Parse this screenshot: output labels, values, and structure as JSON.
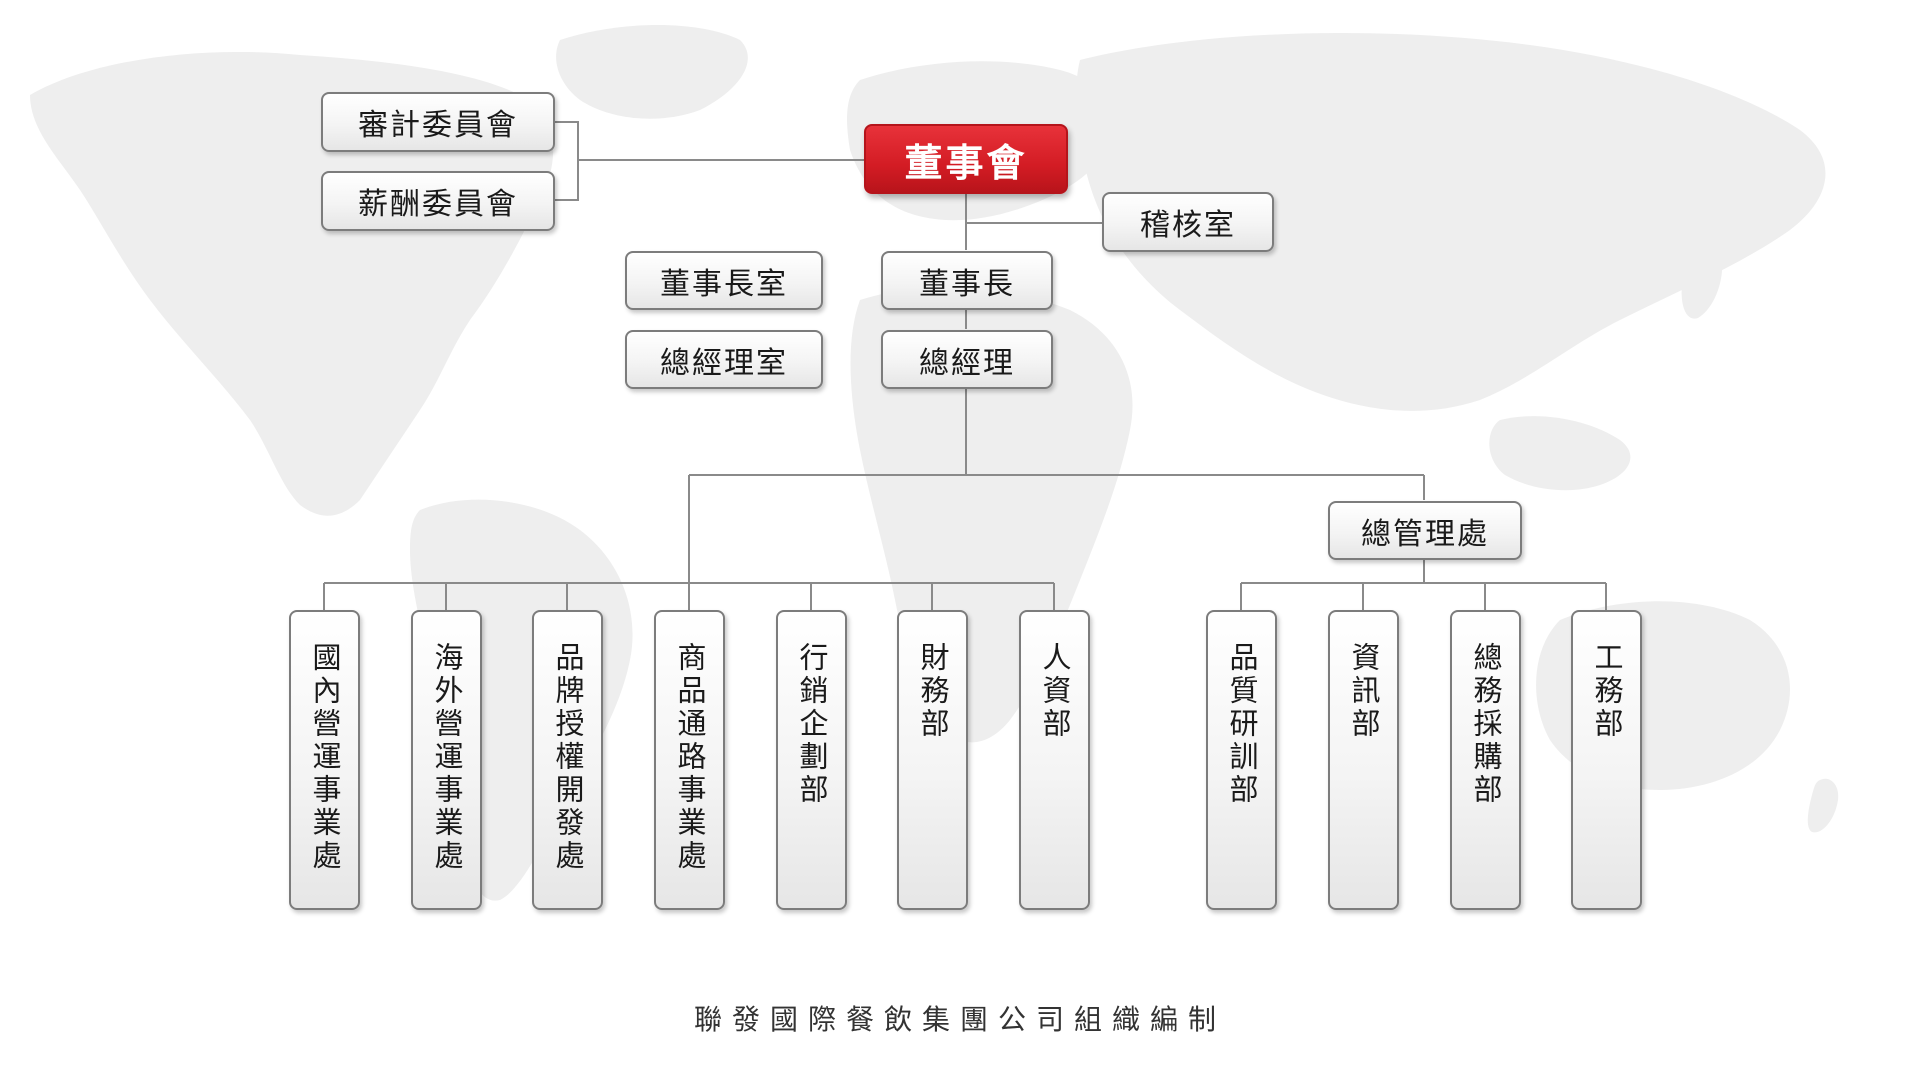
{
  "colors": {
    "accent": "#d31c24",
    "line": "#8a8a8a",
    "box_border": "#7c7c7c",
    "map": "#ededed"
  },
  "boxes": {
    "board": "董事會",
    "audit_committee": "審計委員會",
    "compensation_committee": "薪酬委員會",
    "audit_office": "稽核室",
    "chairman_office": "董事長室",
    "chairman": "董事長",
    "gm_office": "總經理室",
    "gm": "總經理",
    "general_admin": "總管理處"
  },
  "departments": [
    "國內營運事業處",
    "海外營運事業處",
    "品牌授權開發處",
    "商品通路事業處",
    "行銷企劃部",
    "財務部",
    "人資部"
  ],
  "admin_departments": [
    "品質研訓部",
    "資訊部",
    "總務採購部",
    "工務部"
  ],
  "footer": "聯發國際餐飲集團公司組織編制"
}
